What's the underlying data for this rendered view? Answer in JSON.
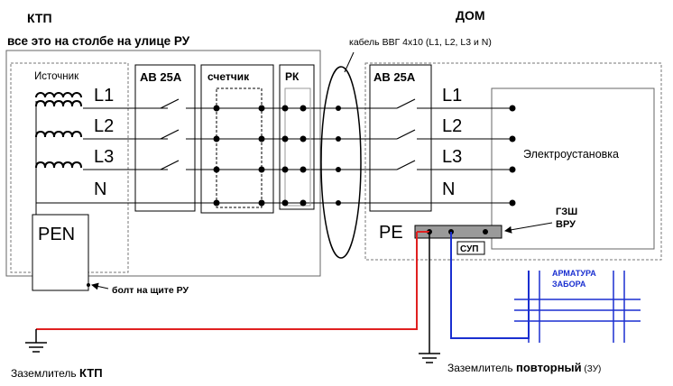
{
  "labels": {
    "ktp": "КТП",
    "dom": "ДОМ",
    "pole_caption": "все это на столбе на улице РУ",
    "cable": "кабель ВВГ 4х10 (L1, L2, L3 и N)",
    "source": "Источник",
    "l1": "L1",
    "l2": "L2",
    "l3": "L3",
    "n": "N",
    "pen": "PEN",
    "pe": "PE",
    "ab_left": "АВ 25А",
    "ab_right": "АВ 25А",
    "meter": "счетчик",
    "rk": "РК",
    "installation": "Электроустановка",
    "gzsh_1": "ГЗШ",
    "gzsh_2": "ВРУ",
    "sup": "СУП",
    "fence_1": "АРМАТУРА",
    "fence_2": "ЗАБОРА",
    "bolt": "болт на щите РУ",
    "ground_left_prefix": "Заземлитель ",
    "ground_left_bold": "КТП",
    "ground_right_prefix": "Заземлитель ",
    "ground_right_bold": "повторный",
    "ground_right_suffix": " (ЗУ)"
  },
  "colors": {
    "red_wire": "#e02020",
    "blue_wire": "#1a2fd0",
    "fence_text": "#1a2fd0",
    "frame_gray": "#555555",
    "bus_fill": "#9a9a9a"
  }
}
